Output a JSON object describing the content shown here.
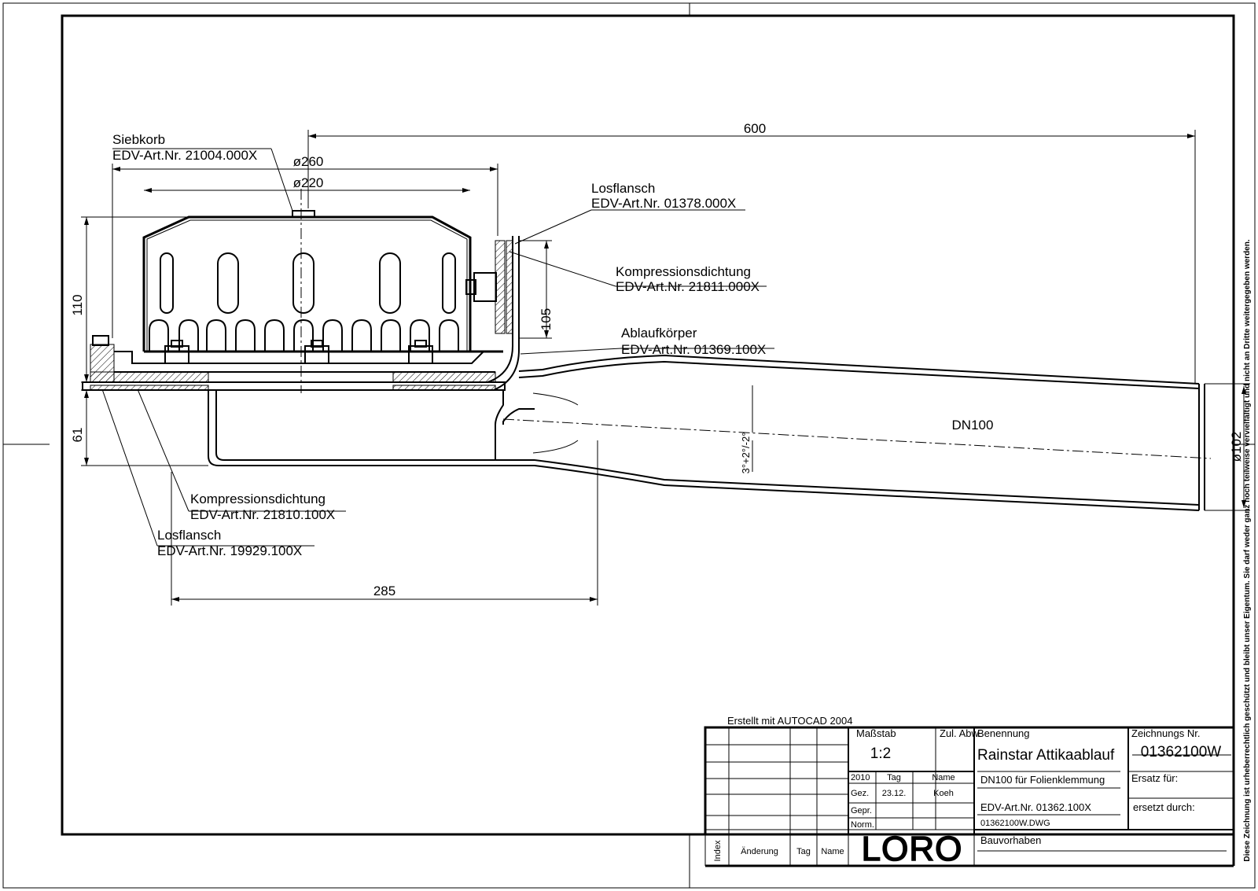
{
  "labels": {
    "siebkorb_name": "Siebkorb",
    "siebkorb_art": "EDV-Art.Nr. 21004.000X",
    "losflansch_top_name": "Losflansch",
    "losflansch_top_art": "EDV-Art.Nr. 01378.000X",
    "kompdicht_top_name": "Kompressionsdichtung",
    "kompdicht_top_art": "EDV-Art.Nr. 21811.000X",
    "ablauf_name": "Ablaufkörper",
    "ablauf_art": "EDV-Art.Nr. 01369.100X",
    "kompdicht_bot_name": "Kompressionsdichtung",
    "kompdicht_bot_art": "EDV-Art.Nr. 21810.100X",
    "losflansch_bot_name": "Losflansch",
    "losflansch_bot_art": "EDV-Art.Nr. 19929.100X"
  },
  "dimensions": {
    "overall_length": "600",
    "d_outer": "ø260",
    "d_inner": "ø220",
    "height_basket": "110",
    "height_flange": "105",
    "height_body": "61",
    "width_body": "285",
    "pipe_diameter": "ø102",
    "slope": "3°+2°/-2°",
    "pipe_label": "DN100"
  },
  "title_block": {
    "created_with": "Erstellt mit AUTOCAD 2004",
    "scale_label": "Maßstab",
    "scale_value": "1:2",
    "tolerance_label": "Zul. Abw.",
    "name_label": "Benennung",
    "name_value": "Rainstar Attikaablauf",
    "drawing_no_label": "Zeichnungs Nr.",
    "drawing_no_value": "01362100W",
    "year": "2010",
    "day_label": "Tag",
    "name_col_label": "Name",
    "drawn_label": "Gez.",
    "drawn_date": "23.12.",
    "drawn_by": "Koeh",
    "checked_label": "Gepr.",
    "norm_label": "Norm.",
    "subtitle": "DN100 für Folienklemmung",
    "replacement_for_label": "Ersatz für:",
    "article_no": "EDV-Art.Nr. 01362.100X",
    "dwg_file": "01362100W.DWG",
    "replaced_by_label": "ersetzt durch:",
    "project_label": "Bauvorhaben",
    "index_label": "Index",
    "change_label": "Änderung",
    "rev_day_label": "Tag",
    "rev_name_label": "Name",
    "logo_text": "LORO"
  },
  "copyright_notice": "Diese Zeichnung ist urheberrechtlich geschützt und bleibt unser Eigentum. Sie darf weder ganz noch teilweise vervielfältigt und nicht an Dritte weitergegeben werden."
}
